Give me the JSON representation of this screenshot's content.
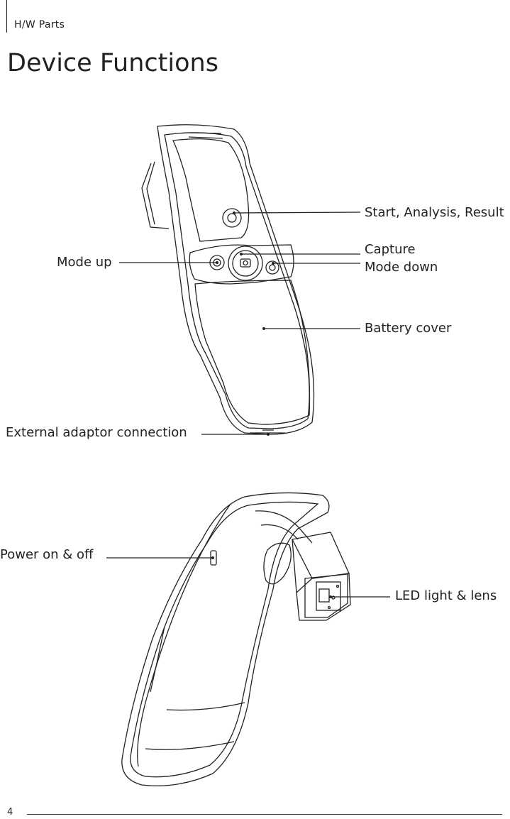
{
  "header": {
    "section": "H/W Parts"
  },
  "title": "Device Functions",
  "front_view": {
    "labels": {
      "start": "Start, Analysis, Result",
      "capture": "Capture",
      "mode_down": "Mode down",
      "mode_up": "Mode up",
      "battery": "Battery cover",
      "adaptor": "External adaptor connection"
    }
  },
  "back_view": {
    "labels": {
      "power": "Power on & off",
      "led": "LED light & lens"
    }
  },
  "footer": {
    "page_number": "4"
  },
  "colors": {
    "line": "#222222",
    "background": "#ffffff"
  }
}
